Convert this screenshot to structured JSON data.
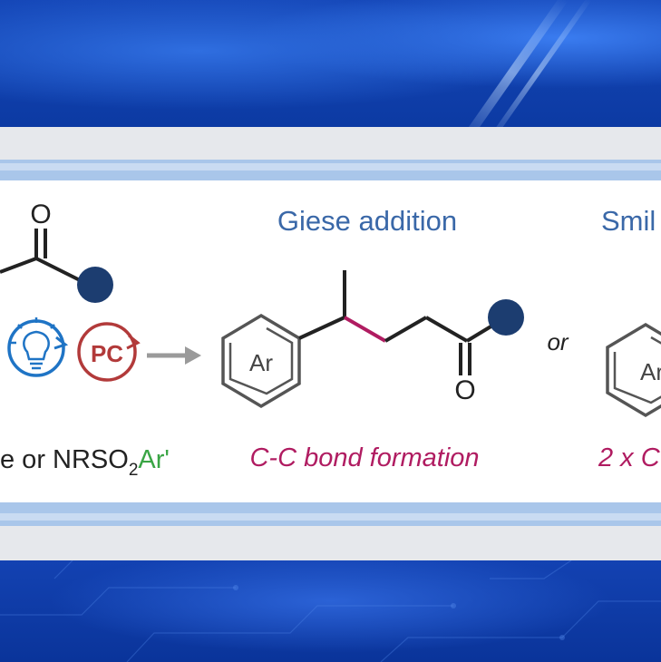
{
  "header": {
    "giese_title": "Giese addition",
    "smiles_title": "Smil"
  },
  "reaction": {
    "left_condition": "e or NRSO",
    "left_condition_sub": "2",
    "left_condition_ar_prime": "Ar'",
    "photocatalyst_label": "PC",
    "or_label": "or"
  },
  "giese_product": {
    "ring_label": "Ar",
    "oxygen_label": "O",
    "caption": "C-C bond formation"
  },
  "left_reagent": {
    "oxygen_label": "O"
  },
  "smiles_product": {
    "ring_label": "Ar",
    "caption": "2 x C"
  },
  "colors": {
    "title_blue": "#3a68a8",
    "bond_magenta": "#b01c61",
    "pc_red": "#b23a3a",
    "bulb_blue": "#1f74c5",
    "dot_navy": "#1c3d70",
    "arrow_gray": "#9a9a9a",
    "ar_prime_green": "#3aa545"
  }
}
